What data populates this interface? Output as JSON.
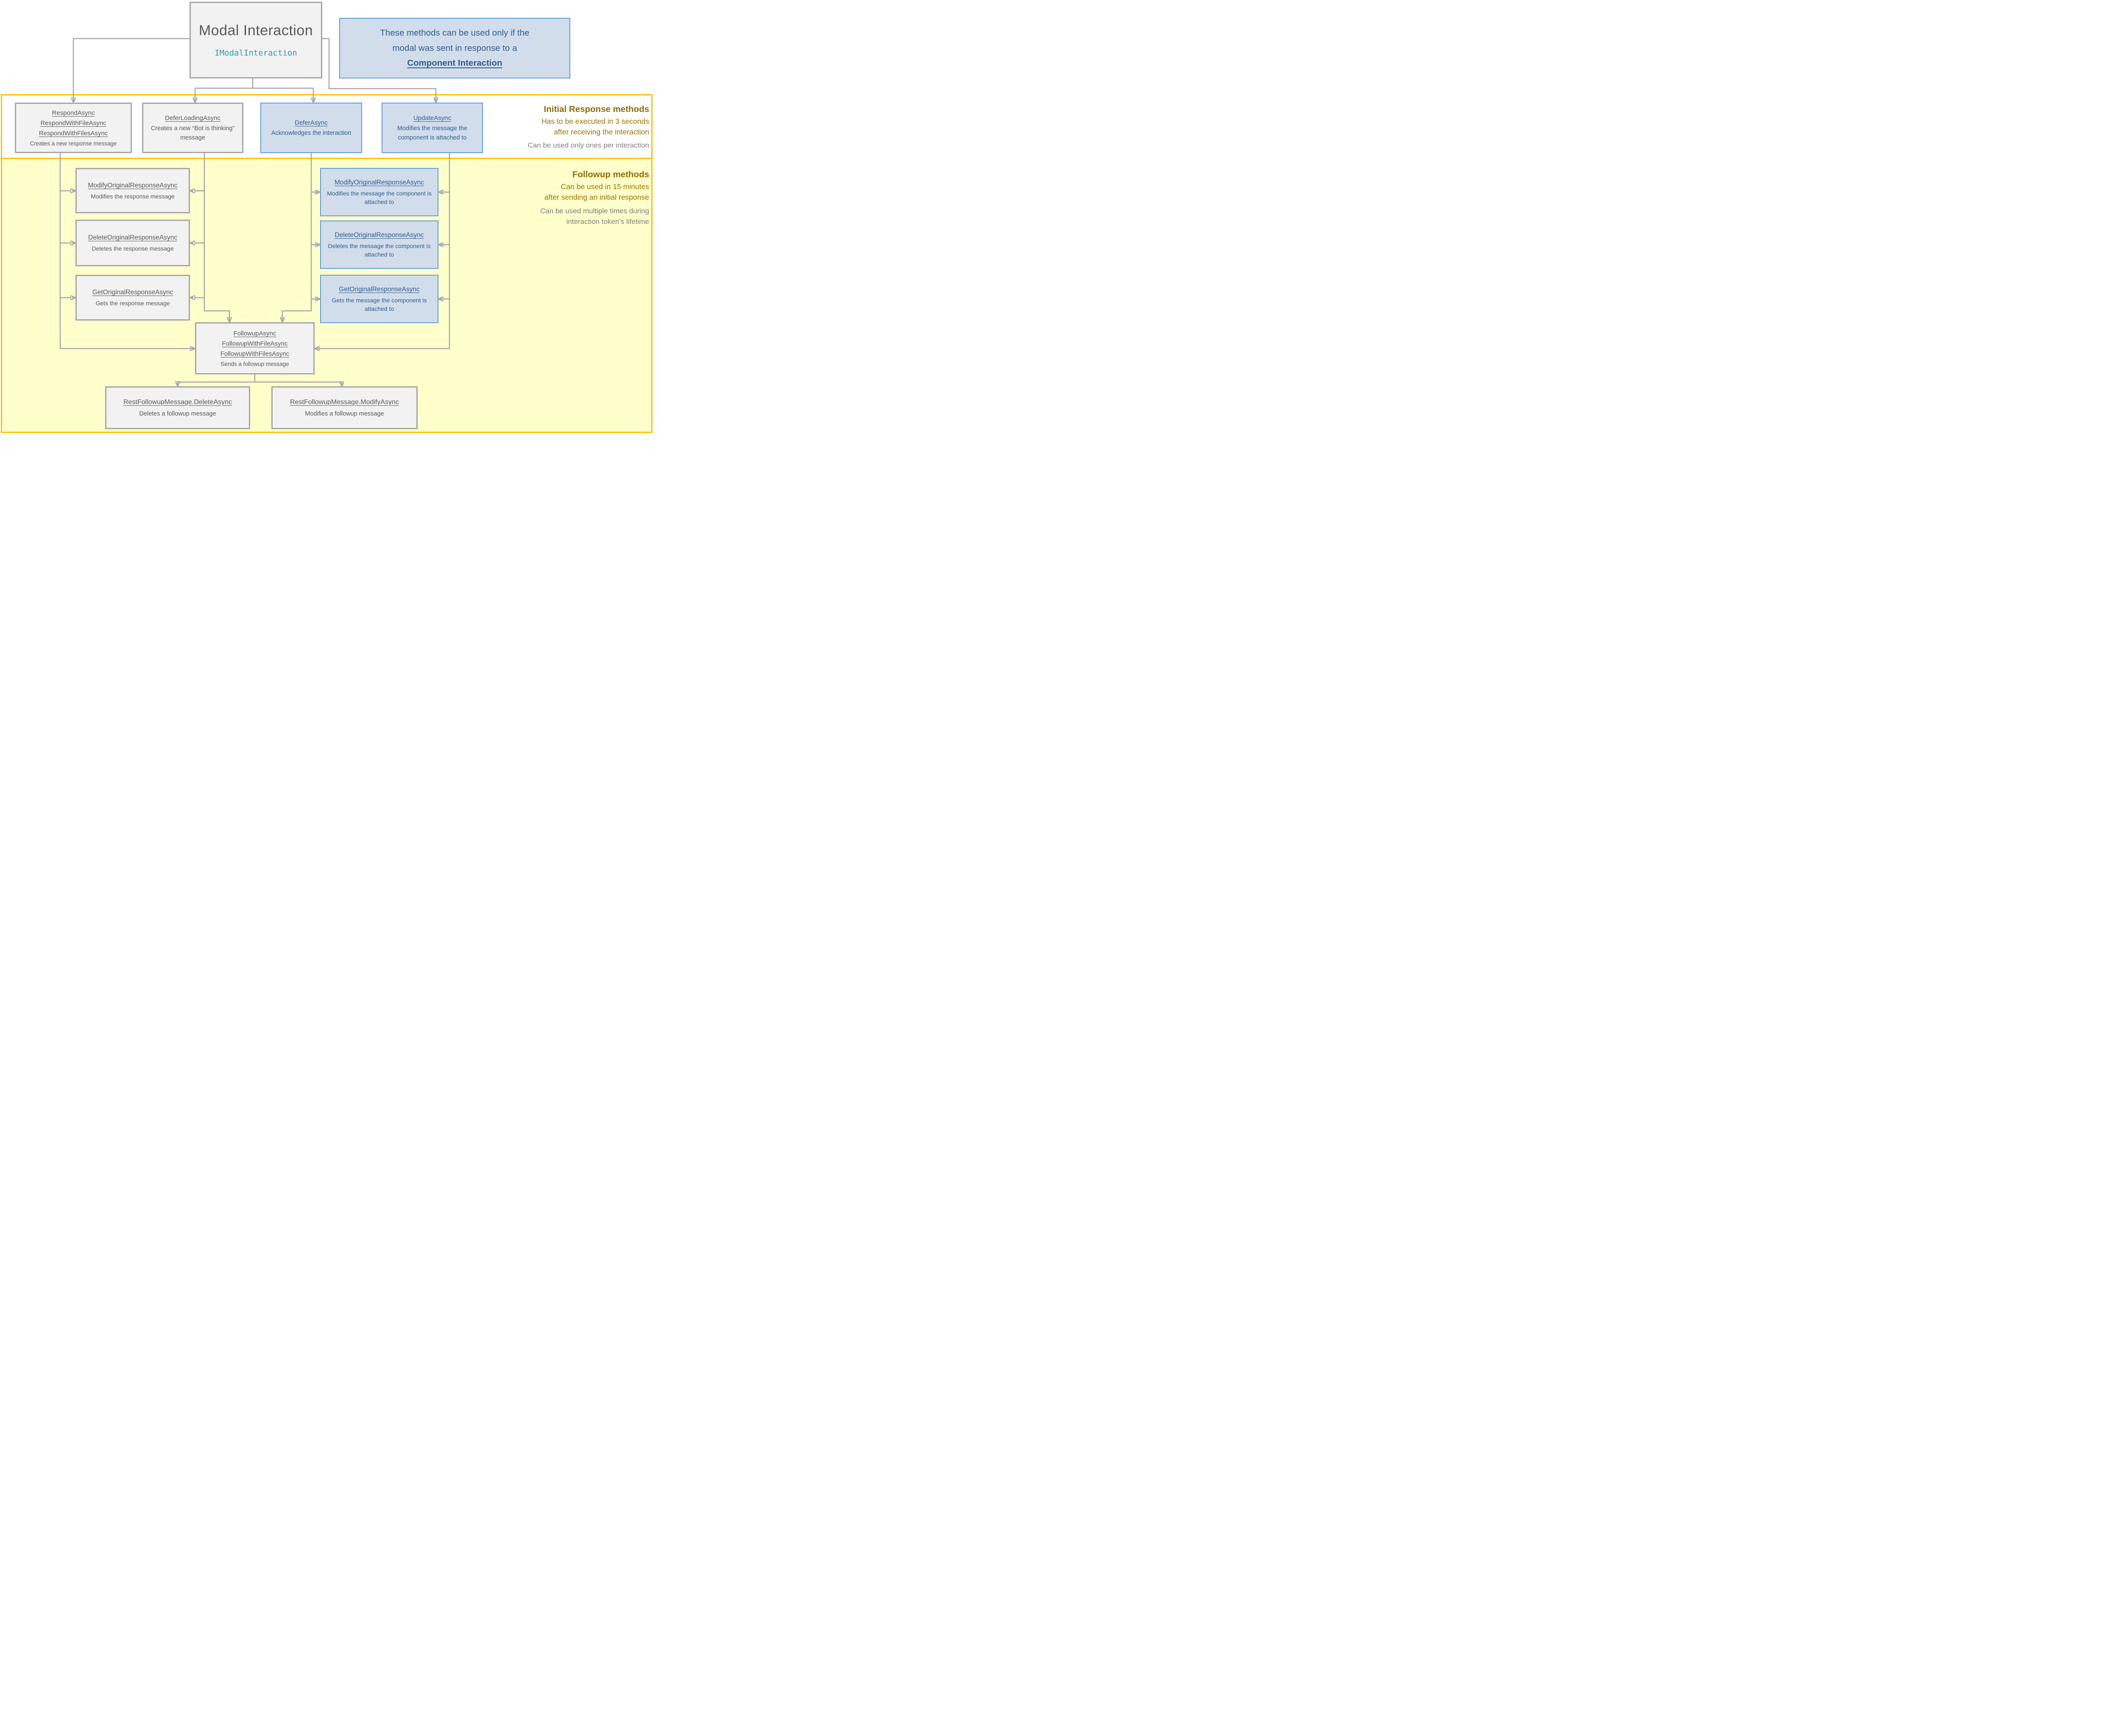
{
  "modal_box": {
    "title": "Modal Interaction",
    "interface": "IModalInteraction"
  },
  "note_box": {
    "line1": "These methods can be used only if the",
    "line2": "modal was sent in response to a",
    "link": "Component Interaction"
  },
  "initial_region": {
    "heading": "Initial Response methods",
    "note_line1": "Has to be executed in 3 seconds",
    "note_line2": "after receiving the interaction",
    "note_line3": "Can be used only ones per interaction",
    "boxes": [
      {
        "titles": [
          "RespondAsync",
          "RespondWithFileAsync",
          "RespondWithFilesAsync"
        ],
        "desc": "Creates a new response message"
      },
      {
        "titles": [
          "DeferLoadingAsync"
        ],
        "desc": "Creates a new “Bot is thinking” message"
      },
      {
        "titles": [
          "DeferAsync"
        ],
        "desc": "Acknowledges the interaction"
      },
      {
        "titles": [
          "UpdateAsync"
        ],
        "desc": "Modifies the message the component is attached to"
      }
    ]
  },
  "followup_region": {
    "heading": "Followup methods",
    "note_line1": "Can be used in 15 minutes",
    "note_line2": "after sending an initial response",
    "note_line3": "Can be used multiple times during",
    "note_line4": "interaction token’s lifetime",
    "left_boxes": [
      {
        "titles": [
          "ModifyOriginalResponseAsync"
        ],
        "desc": "Modifies the response message"
      },
      {
        "titles": [
          "DeleteOriginalResponseAsync"
        ],
        "desc": "Deletes the response message"
      },
      {
        "titles": [
          "GetOriginalResponseAsync"
        ],
        "desc": "Gets the response message"
      }
    ],
    "right_boxes": [
      {
        "titles": [
          "ModifyOriginalResponseAsync"
        ],
        "desc": "Modifies the message the component is attached to"
      },
      {
        "titles": [
          "DeleteOriginalResponseAsync"
        ],
        "desc": "Deletes the message the component is attached to"
      },
      {
        "titles": [
          "GetOriginalResponseAsync"
        ],
        "desc": "Gets the message the component is attached to"
      }
    ],
    "followup_box": {
      "titles": [
        "FollowupAsync",
        "FollowupWithFileAsync",
        "FollowupWithFilesAsync"
      ],
      "desc": "Sends a followup message"
    },
    "bottom_boxes": [
      {
        "titles": [
          "RestFollowupMessage.DeleteAsync"
        ],
        "desc": "Deletes a followup message"
      },
      {
        "titles": [
          "RestFollowupMessage.ModifyAsync"
        ],
        "desc": "Modifies a followup message"
      }
    ]
  },
  "colors": {
    "accent_orange": "#FFC000",
    "region_yellow": "#FFFFCC",
    "box_gray_fill": "#F2F2F2",
    "box_gray_border": "#A6A6A6",
    "box_blue_fill": "#D2DDEC",
    "box_blue_border": "#5B9BD5",
    "text_gray": "#595959",
    "text_blue": "#2C5D8C",
    "text_gold": "#9A7400",
    "text_teal": "#2B9BAE",
    "connector_gray": "#A6A6A6"
  }
}
